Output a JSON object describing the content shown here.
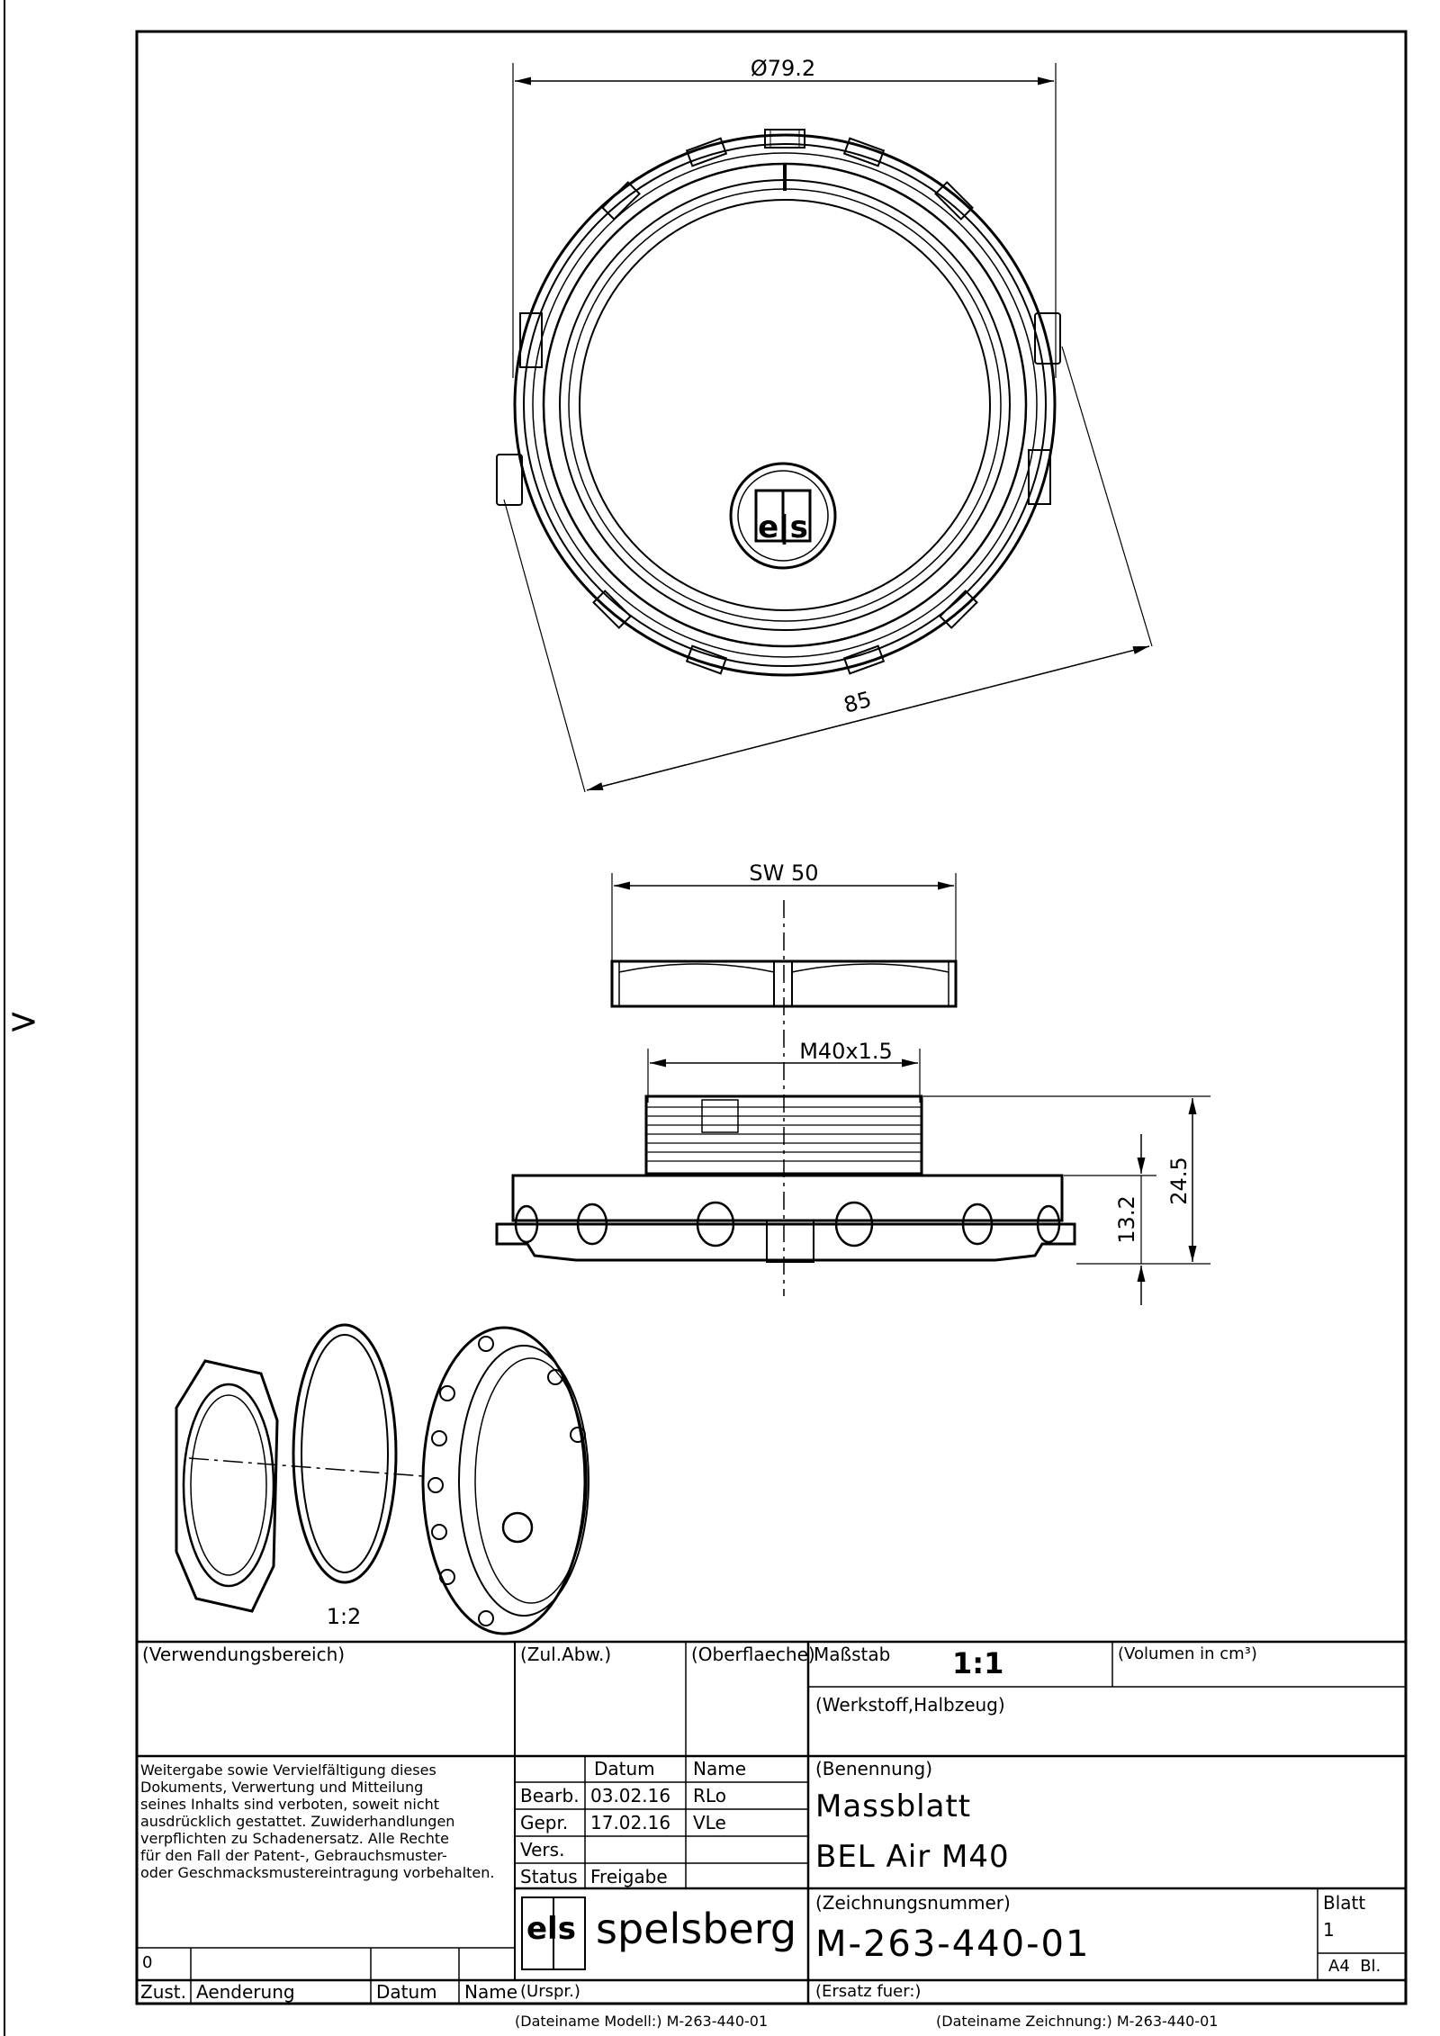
{
  "drawing": {
    "top_view": {
      "diameter_label": "Ø79.2",
      "width_label": "85"
    },
    "nut_view": {
      "wrench_label": "SW 50"
    },
    "side_view": {
      "thread_label": "M40x1.5",
      "height_label": "24.5",
      "flange_label": "13.2"
    },
    "exploded_view": {
      "scale_label": "1:2"
    },
    "margin_mark": ">"
  },
  "title_block": {
    "usage_label": "(Verwendungsbereich)",
    "tolerance_label": "(Zul.Abw.)",
    "surface_label": "(Oberflaeche)",
    "scale_label": "Maßstab",
    "scale_value": "1:1",
    "volume_label": "(Volumen in cm³)",
    "material_label": "(Werkstoff,Halbzeug)",
    "copyright_note": "Weitergabe sowie Vervielfältigung dieses\nDokuments, Verwertung und Mitteilung\nseines Inhalts sind verboten, soweit nicht\nausdrücklich gestattet. Zuwiderhandlungen\nverpflichten zu Schadenersatz. Alle Rechte\nfür den Fall der Patent-, Gebrauchsmuster-\noder Geschmacksmustereintragung vorbehalten.",
    "date_header": "Datum",
    "name_header": "Name",
    "rows": [
      {
        "label": "Bearb.",
        "date": "03.02.16",
        "name": "RLo"
      },
      {
        "label": "Gepr.",
        "date": "17.02.16",
        "name": "VLe"
      },
      {
        "label": "Vers.",
        "date": "",
        "name": ""
      }
    ],
    "status_label": "Status",
    "status_value": "Freigabe",
    "designation_label": "(Benennung)",
    "title_line1": "Massblatt",
    "title_line2": "BEL Air M40",
    "drawing_number_label": "(Zeichnungsnummer)",
    "drawing_number": "M-263-440-01",
    "sheet_label": "Blatt",
    "sheet_number": "1",
    "sheet_format": "A4  Bl.",
    "revision_index": "0",
    "change_headers": {
      "state": "Zust.",
      "change": "Aenderung",
      "date": "Datum",
      "name": "Name"
    },
    "origin_label": "(Urspr.)",
    "replacement_label": "(Ersatz fuer:)",
    "logo_text": "spelsberg",
    "logo_mark": "els"
  },
  "footer": {
    "model_file": "(Dateiname Modell:) M-263-440-01",
    "drawing_file": "(Dateiname Zeichnung:) M-263-440-01"
  }
}
